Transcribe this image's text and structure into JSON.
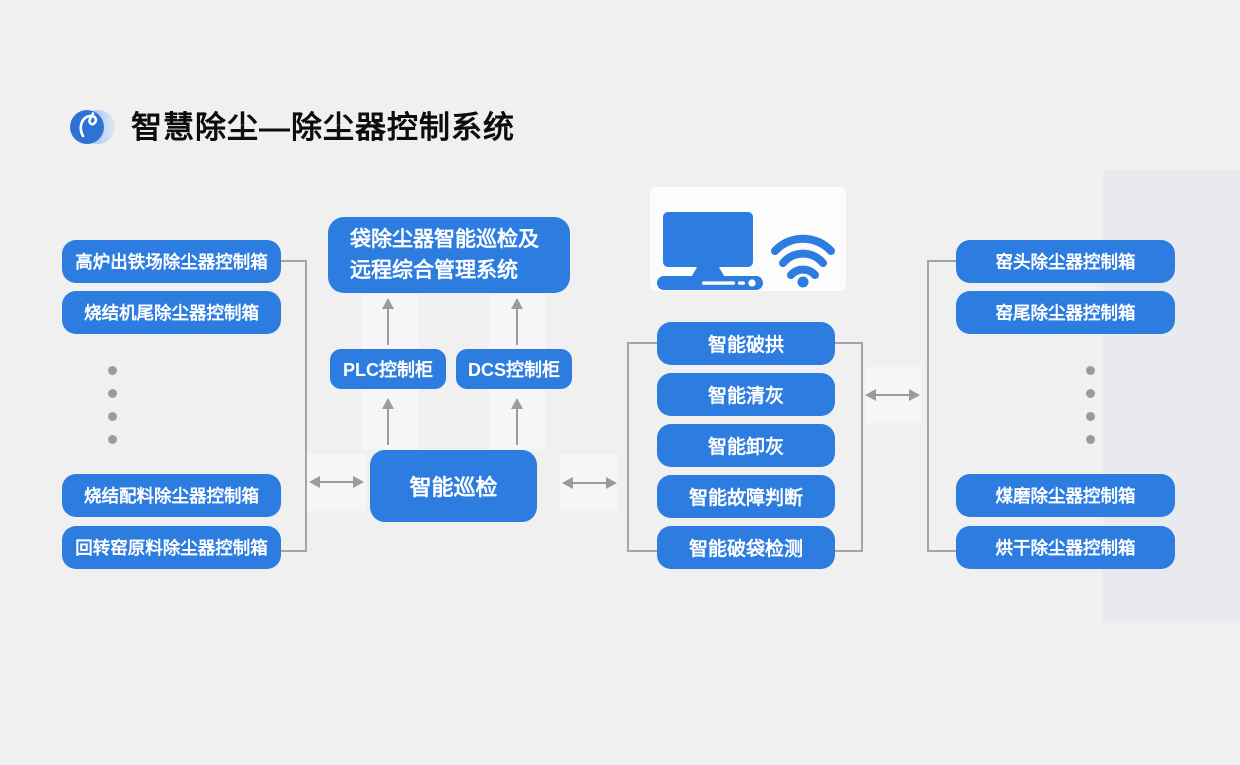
{
  "title": "智慧除尘—除尘器控制系统",
  "diagram": {
    "left_group": {
      "top": [
        "高炉出铁场除尘器控制箱",
        "烧结机尾除尘器控制箱"
      ],
      "bottom": [
        "烧结配料除尘器控制箱",
        "回转窑原料除尘器控制箱"
      ]
    },
    "center": {
      "management_line1": "袋除尘器智能巡检及",
      "management_line2": "远程综合管理系统",
      "plc": "PLC控制柜",
      "dcs": "DCS控制柜",
      "inspection": "智能巡检"
    },
    "functions": [
      "智能破拱",
      "智能清灰",
      "智能卸灰",
      "智能故障判断",
      "智能破袋检测"
    ],
    "right_group": {
      "top": [
        "窑头除尘器控制箱",
        "窑尾除尘器控制箱"
      ],
      "bottom": [
        "煤磨除尘器控制箱",
        "烘干除尘器控制箱"
      ]
    },
    "icons": {
      "logo": "swirl-logo",
      "computer": "computer-icon",
      "wifi": "wifi-icon"
    },
    "colors": {
      "node_blue": "#2d7cdf",
      "connector_gray": "#a5a5a5",
      "arrow_gray": "#9b9b9b",
      "background": "#f0f0f1",
      "side_band": "#e9eaef",
      "card_white": "#fcfcfd",
      "title_black": "#0d0d0d"
    }
  }
}
